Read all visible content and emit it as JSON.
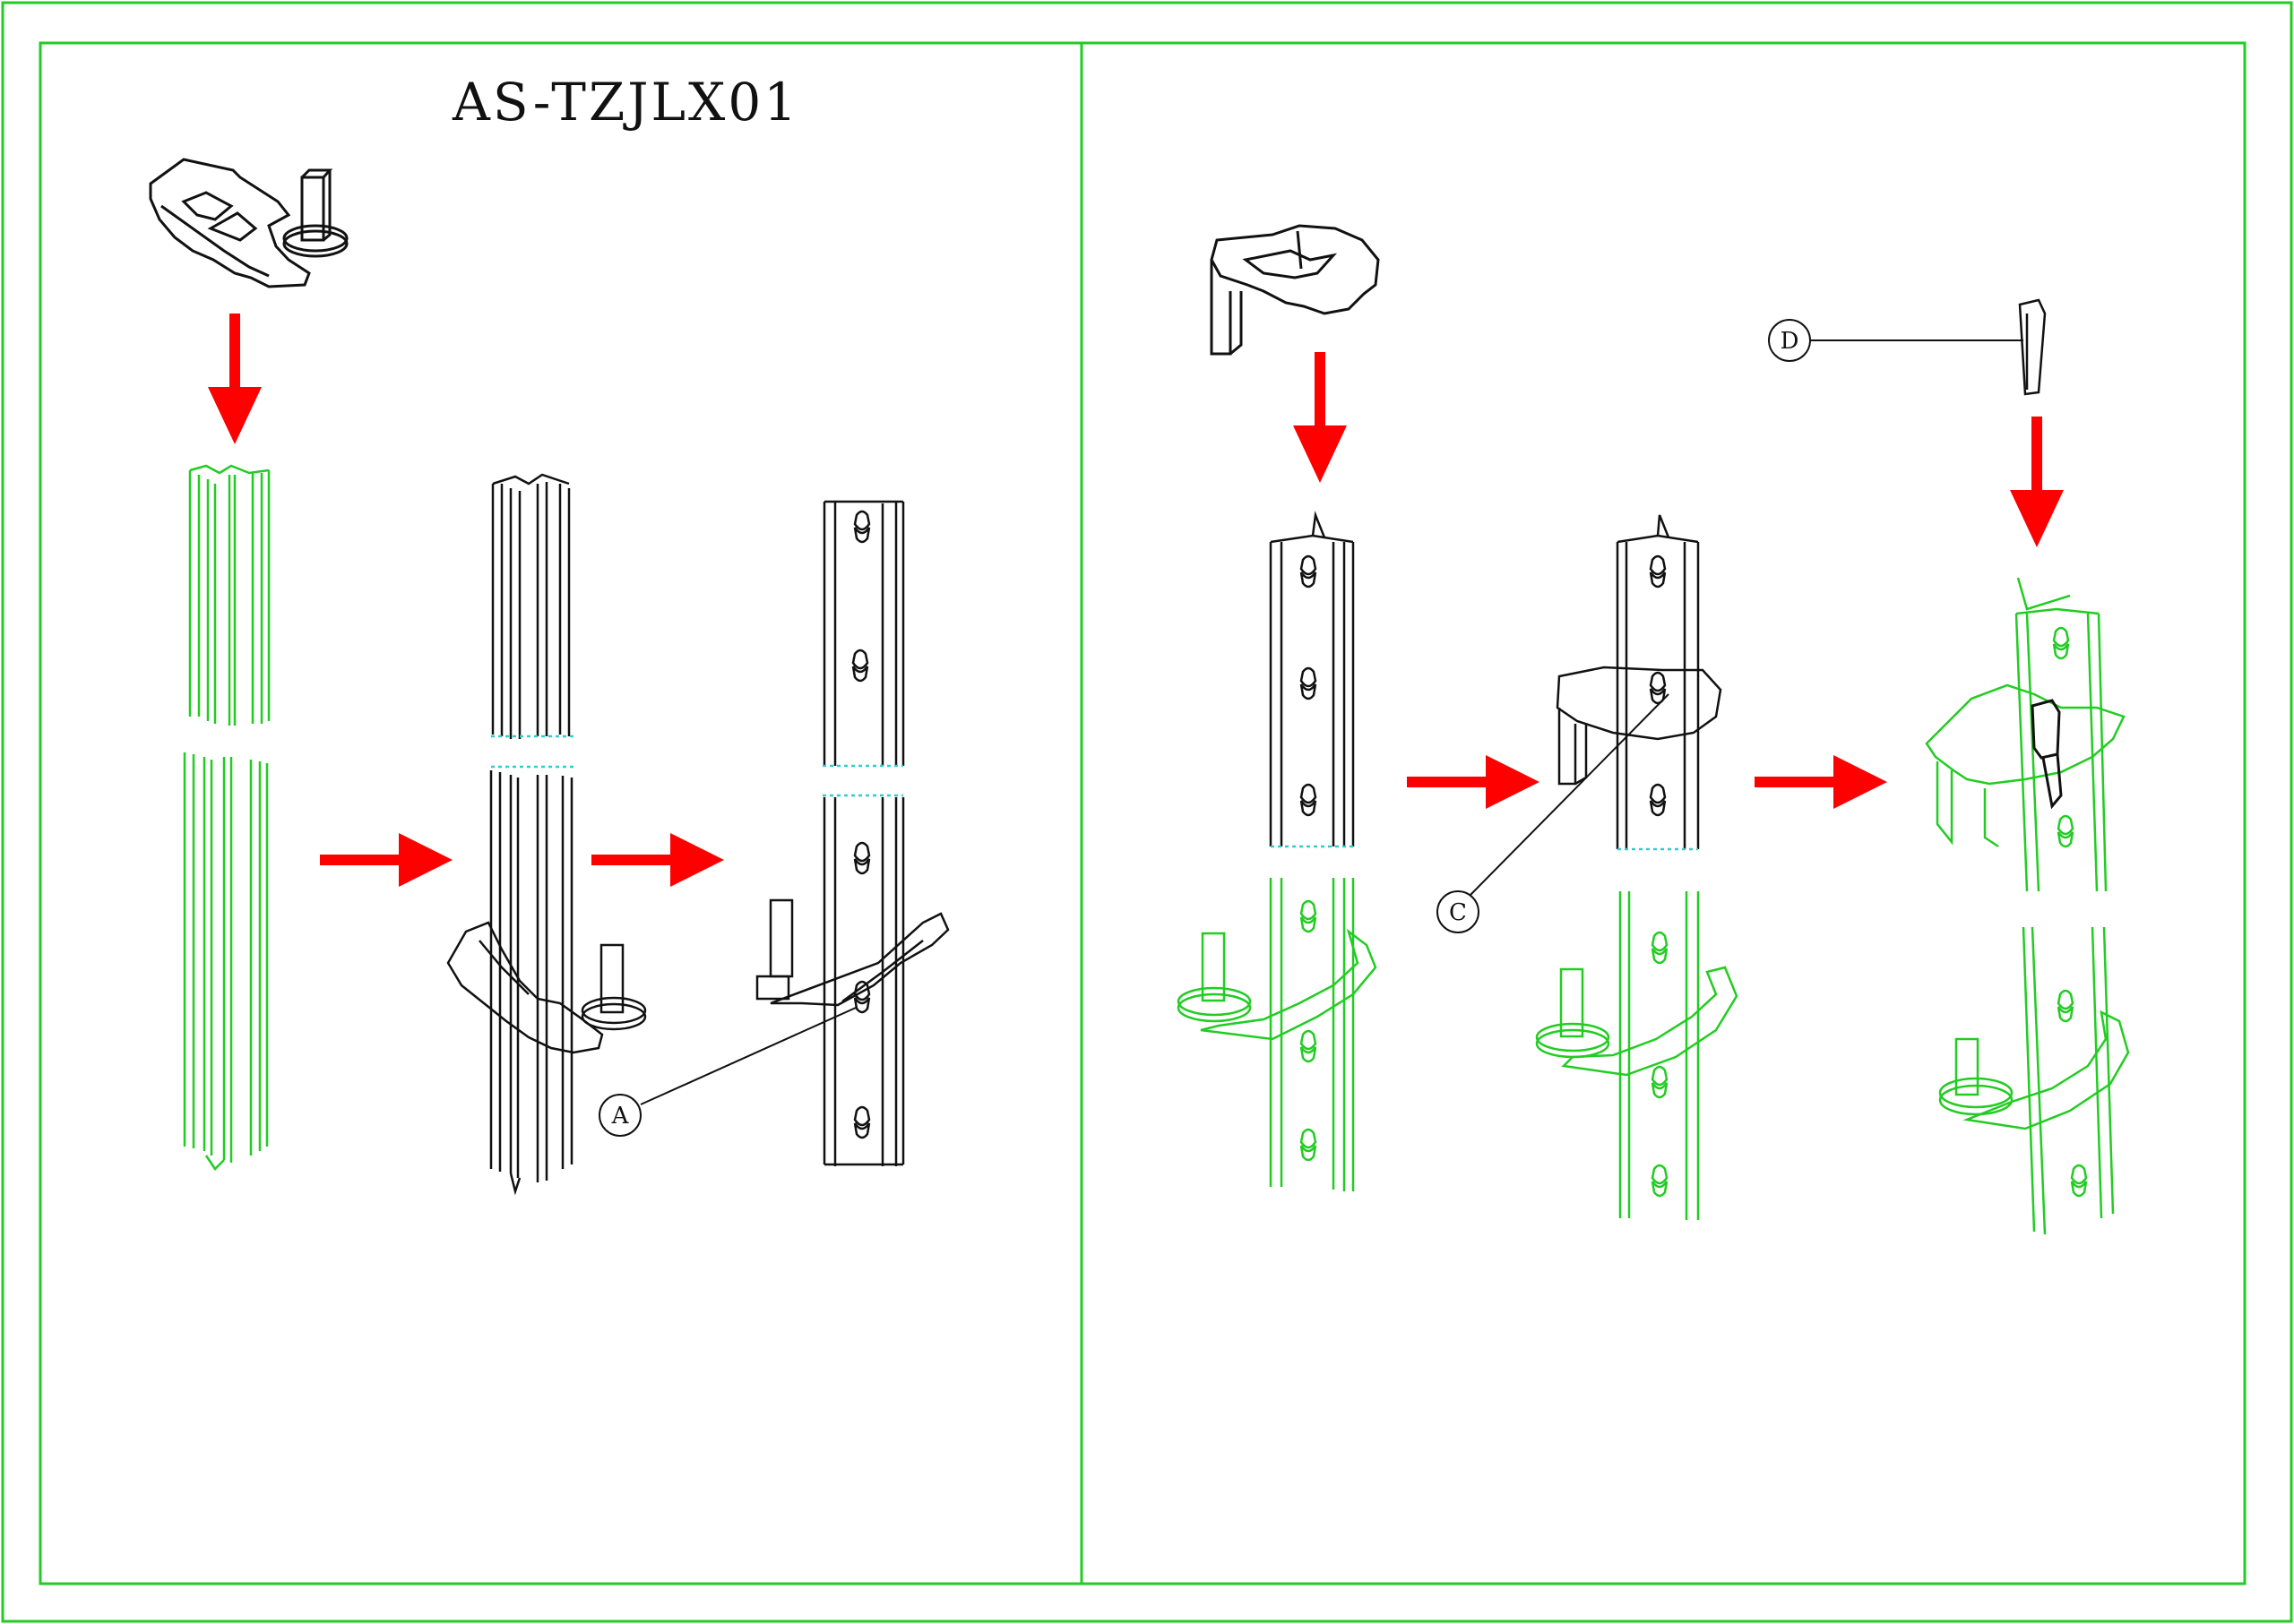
{
  "document": {
    "title": "AS-TZJLX01"
  },
  "callouts": {
    "a": "A",
    "c": "C",
    "d": "D"
  },
  "colors": {
    "frame": "#22cc22",
    "arrow": "#ff0000",
    "line_black": "#111111",
    "line_green": "#22cc22",
    "break_cyan": "#33cccc"
  }
}
